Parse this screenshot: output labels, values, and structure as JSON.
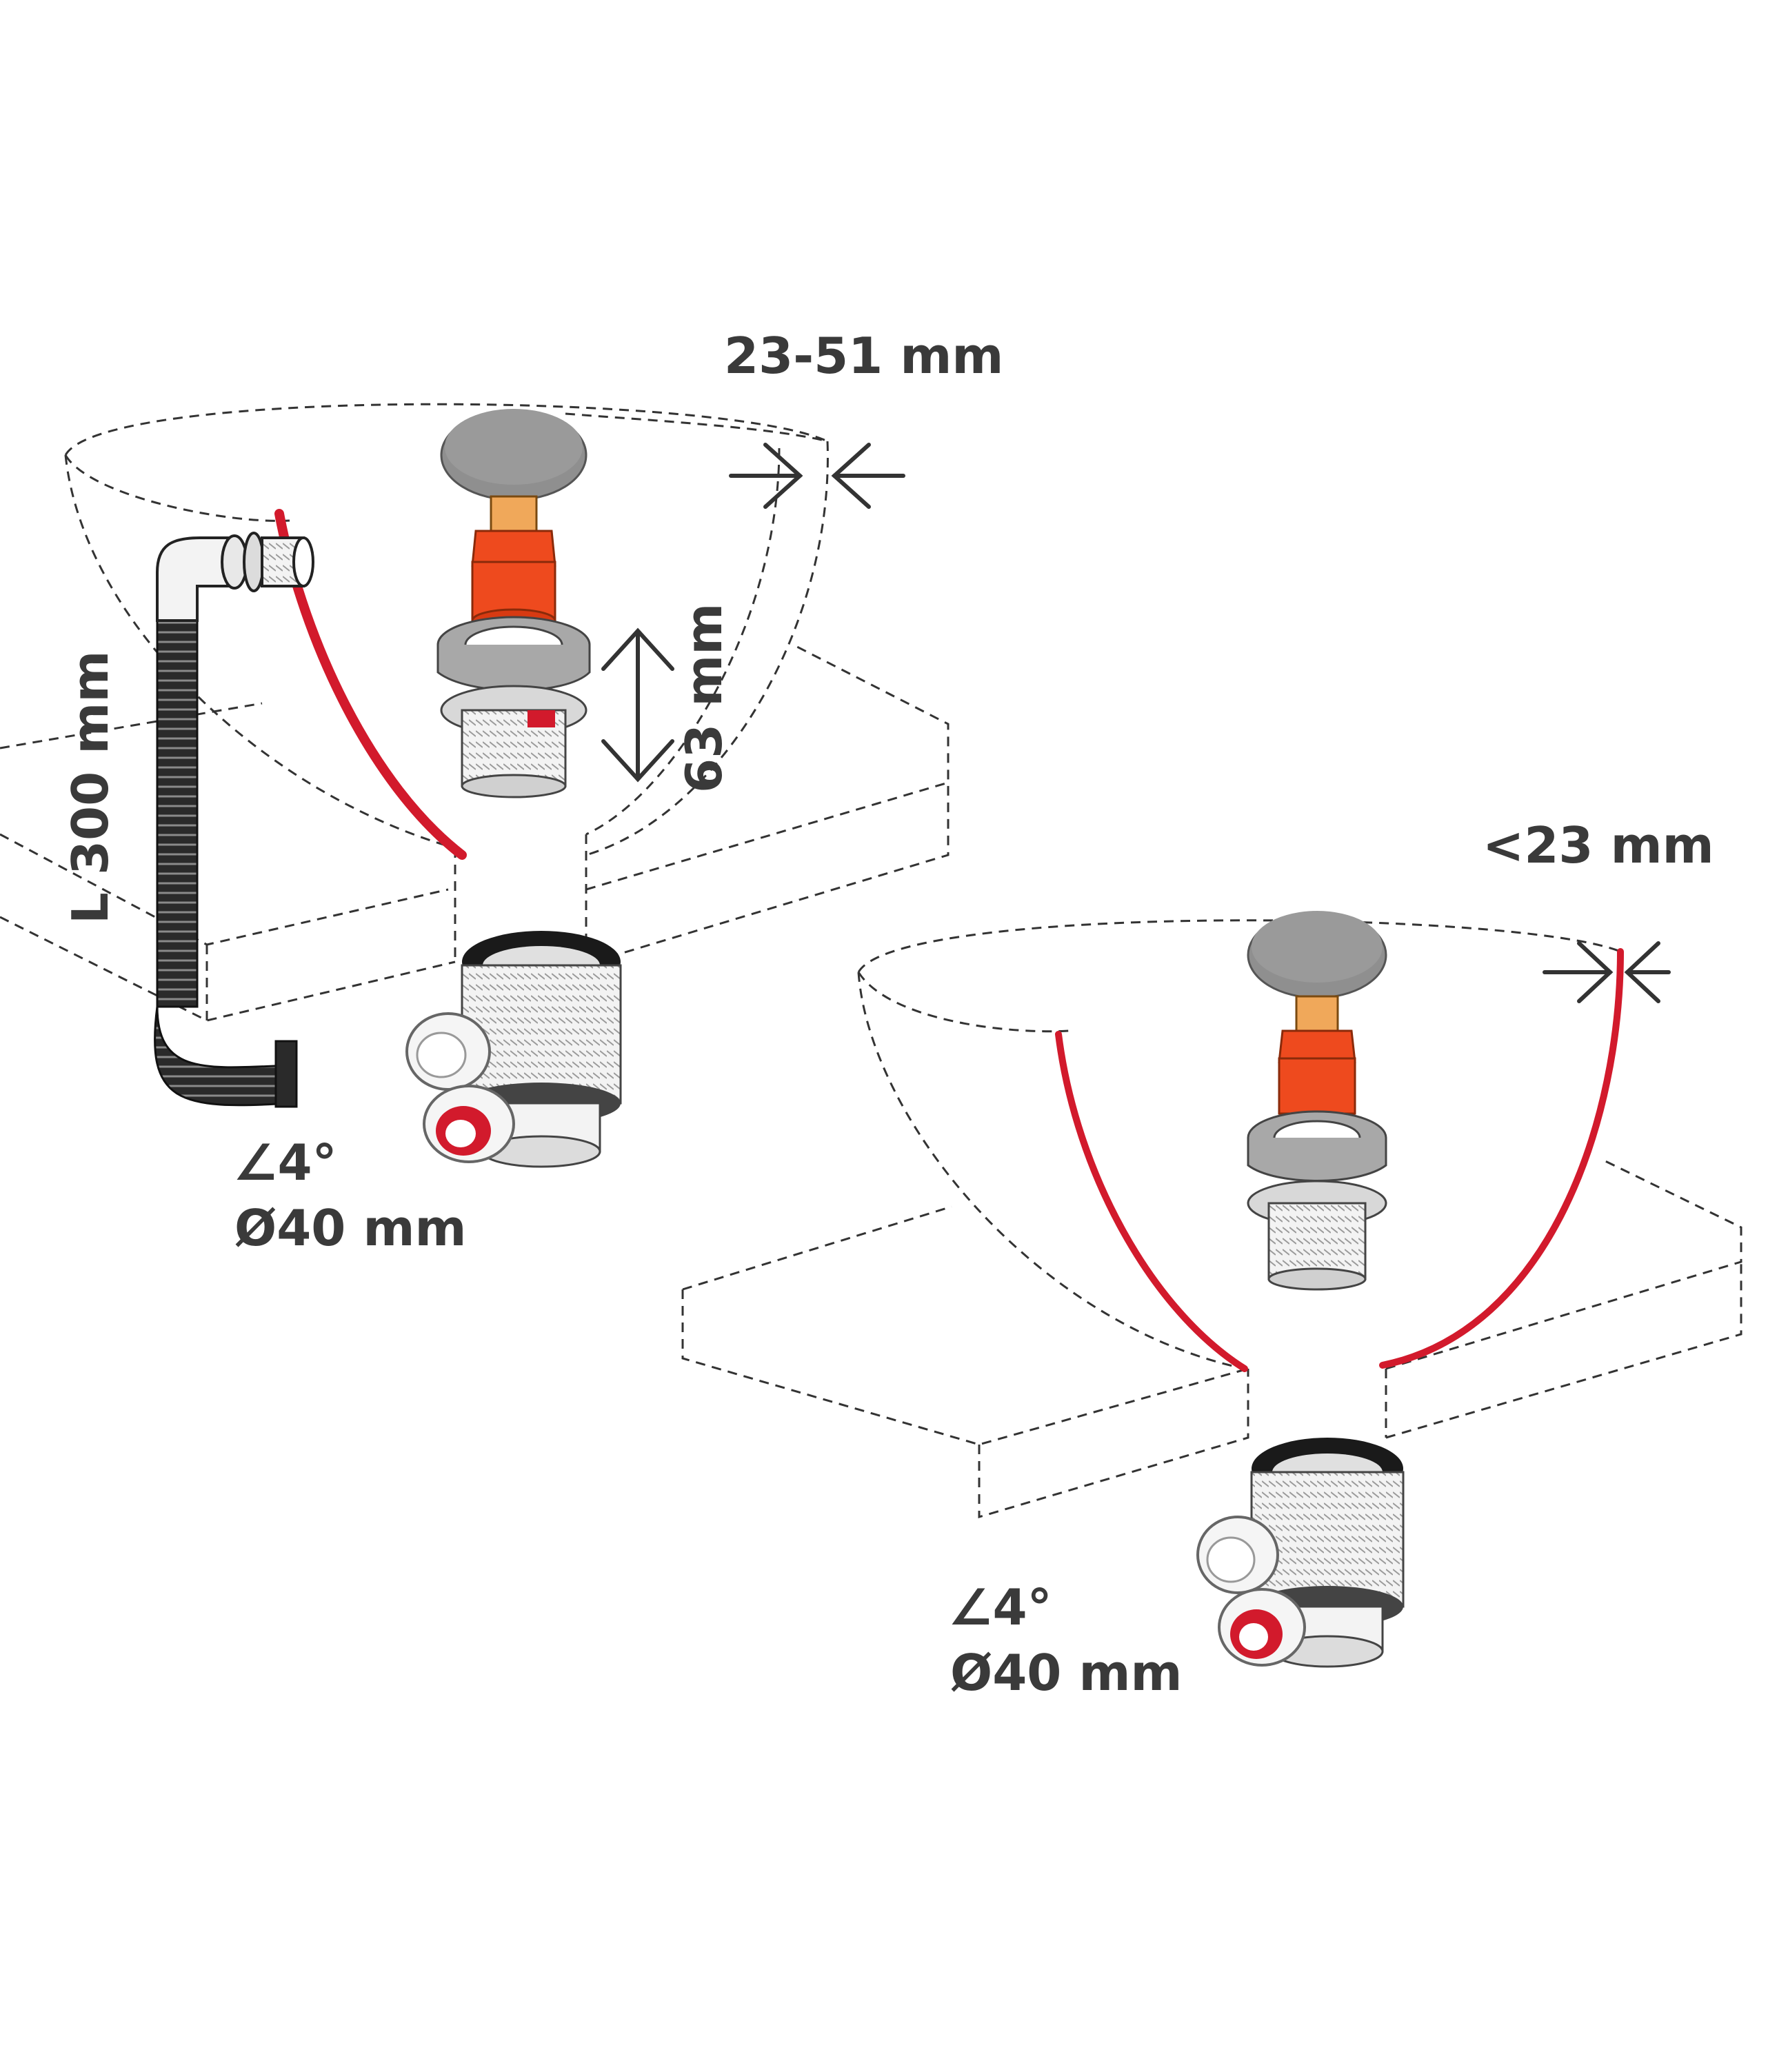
{
  "labels": {
    "wall_range": "23-51 mm",
    "thin_wall": "<23 mm",
    "hose_length": "L 300 mm",
    "height": "63 mm",
    "angle_left": "∠4°",
    "diameter_left": "Ø40 mm",
    "angle_right": "∠4°",
    "diameter_right": "Ø40 mm"
  },
  "colors": {
    "text": "#3a3a3a",
    "accent_red": "#d21a2c",
    "orange": "#ee4a1e",
    "cap_grey": "#8f8f8f",
    "dashed": "#333333"
  },
  "icons": [
    "pop-up-cap-icon",
    "flexible-hose-icon",
    "bottle-trap-icon",
    "compression-arrow-icon"
  ]
}
